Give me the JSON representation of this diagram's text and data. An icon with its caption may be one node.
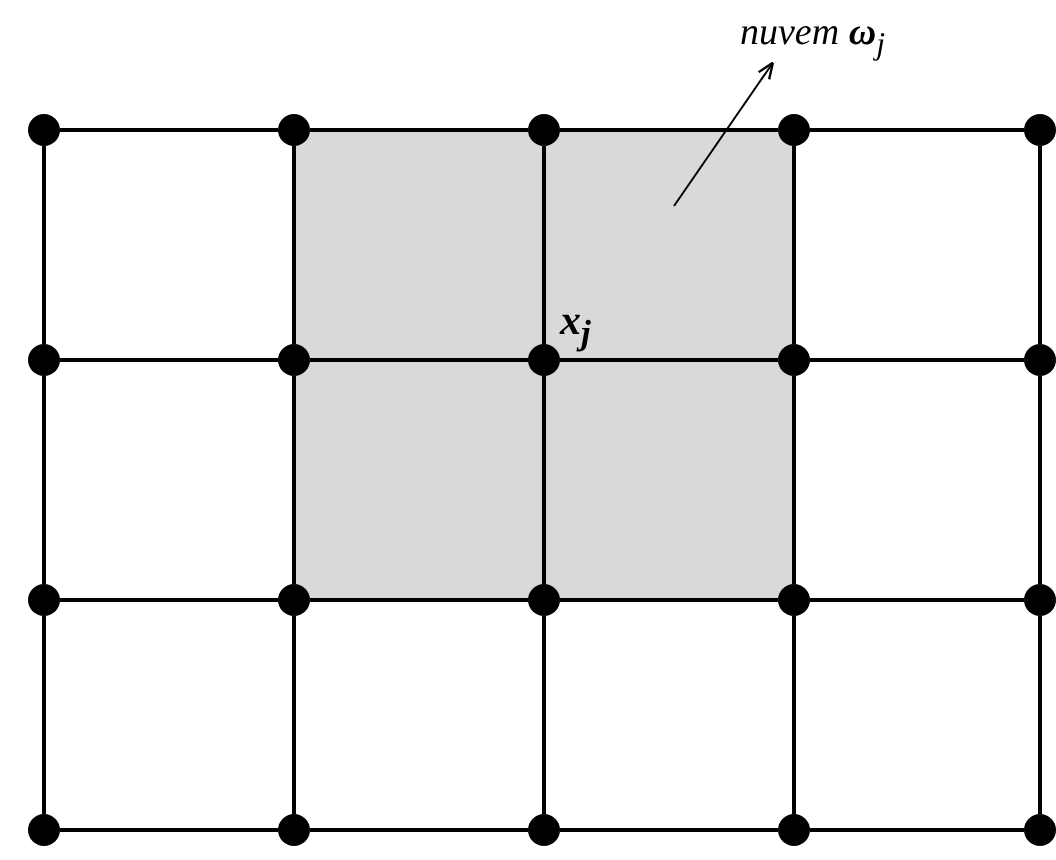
{
  "diagram": {
    "nodes": [
      {
        "text": [
          "nuvem **ω**$_{j}$"
        ]
      },
      {
        "text": [],
        "shape": "circle"
      },
      {
        "text": [],
        "shape": "circle"
      },
      {
        "text": [],
        "shape": "circle"
      },
      {
        "text": [],
        "shape": "circle"
      },
      {
        "text": [],
        "shape": "circle"
      },
      {
        "text": [],
        "shape": "circle"
      },
      {
        "text": [],
        "shape": "circle"
      },
      {
        "text": [],
        "shape": "circle"
      },
      {
        "text": [],
        "shape": "circle"
      },
      {
        "text": [],
        "shape": "circle"
      },
      {
        "text": [],
        "shape": "circle"
      },
      {
        "text": [],
        "shape": "circle"
      },
      {
        "text": [],
        "shape": "circle"
      },
      {
        "text": [],
        "shape": "circle"
      },
      {
        "text": [],
        "shape": "circle"
      },
      {
        "text": [],
        "shape": "circle"
      },
      {
        "text": [],
        "shape": "circle"
      },
      {
        "text": [],
        "shape": "circle"
      },
      {
        "text": [],
        "shape": "circle"
      },
      {
        "text": [],
        "shape": "circle"
      }
    ],
    "edges": [
      {
        "from": null,
        "to": 0,
        "arrow": "to"
      },
      {
        "from": 1,
        "to": 2,
        "arrow": "none"
      },
      {
        "from": 2,
        "to": 3,
        "arrow": "none"
      },
      {
        "from": 3,
        "to": 4,
        "arrow": "none"
      },
      {
        "from": 4,
        "to": 5,
        "arrow": "none"
      },
      {
        "from": 6,
        "to": 7,
        "arrow": "none"
      },
      {
        "from": 7,
        "to": 8,
        "arrow": "none"
      },
      {
        "from": 8,
        "to": 9,
        "arrow": "none"
      },
      {
        "from": 9,
        "to": 10,
        "arrow": "none"
      },
      {
        "from": 11,
        "to": 12,
        "arrow": "none"
      },
      {
        "from": 12,
        "to": 13,
        "arrow": "none"
      },
      {
        "from": 13,
        "to": 14,
        "arrow": "none"
      },
      {
        "from": 14,
        "to": 15,
        "arrow": "none"
      },
      {
        "from": 16,
        "to": 17,
        "arrow": "none"
      },
      {
        "from": 17,
        "to": 18,
        "arrow": "none"
      },
      {
        "from": 18,
        "to": 19,
        "arrow": "none"
      },
      {
        "from": 19,
        "to": 20,
        "arrow": "none"
      },
      {
        "from": 1,
        "to": 6,
        "arrow": "none"
      },
      {
        "from": 6,
        "to": 11,
        "arrow": "none"
      },
      {
        "from": 11,
        "to": 16,
        "arrow": "none"
      },
      {
        "from": 2,
        "to": 7,
        "arrow": "none"
      },
      {
        "from": 7,
        "to": 12,
        "arrow": "none"
      },
      {
        "from": 12,
        "to": 17,
        "arrow": "none"
      },
      {
        "from": 3,
        "to": 8,
        "arrow": "none"
      },
      {
        "from": 8,
        "to": 13,
        "arrow": "none"
      },
      {
        "from": 13,
        "to": 18,
        "arrow": "none"
      },
      {
        "from": 4,
        "to": 9,
        "arrow": "none"
      },
      {
        "from": 9,
        "to": 14,
        "arrow": "none"
      },
      {
        "from": 14,
        "to": 19,
        "arrow": "none"
      },
      {
        "from": 5,
        "to": 10,
        "arrow": "none"
      },
      {
        "from": 10,
        "to": 15,
        "arrow": "none"
      },
      {
        "from": 15,
        "to": 20,
        "arrow": "none"
      }
    ],
    "labels": [
      "x$_{j}$"
    ]
  }
}
